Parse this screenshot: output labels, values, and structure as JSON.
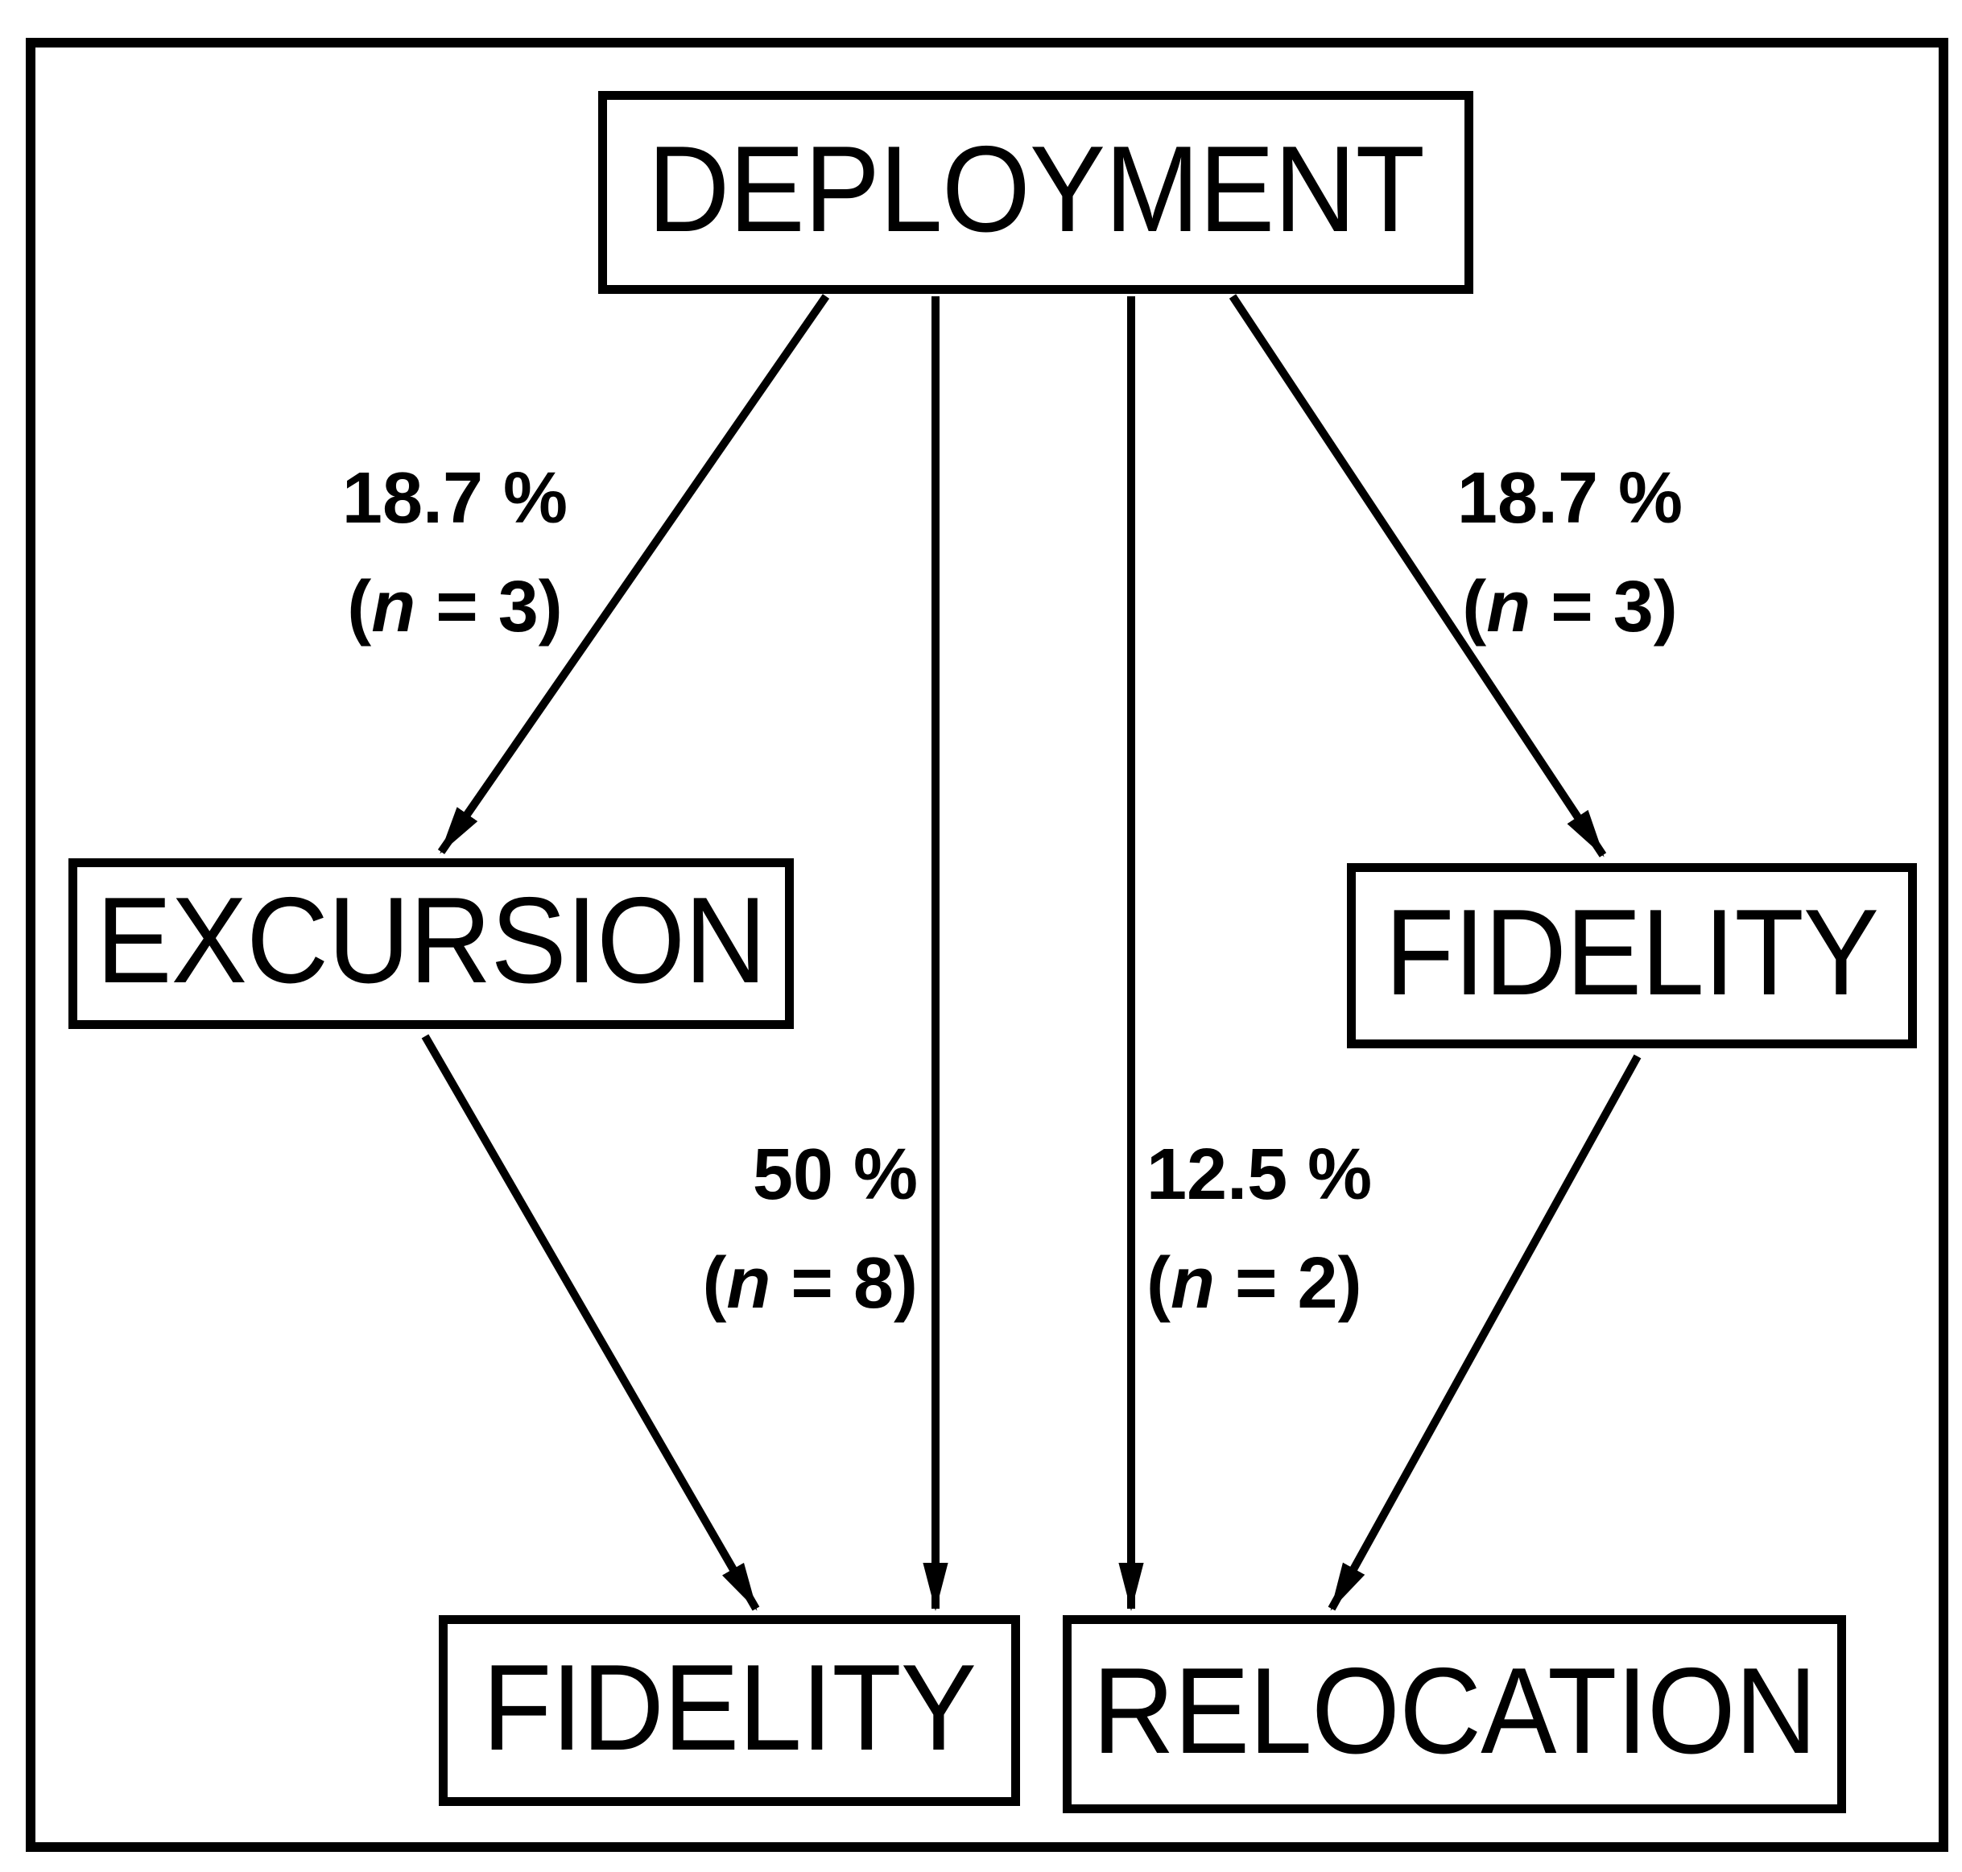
{
  "diagram": {
    "type": "flow-diagram",
    "nodes": {
      "deployment": {
        "label": "DEPLOYMENT"
      },
      "excursion": {
        "label": "EXCURSION"
      },
      "fidelity_right": {
        "label": "FIDELITY"
      },
      "fidelity_bottom": {
        "label": "FIDELITY"
      },
      "relocation": {
        "label": "RELOCATION"
      }
    },
    "edges": {
      "deployment_excursion": {
        "from": "DEPLOYMENT",
        "to": "EXCURSION",
        "percent": "18.7 %",
        "n_open": "(",
        "n_var": "n",
        "n_close": " = 3)"
      },
      "deployment_fidelity_bottom": {
        "from": "DEPLOYMENT",
        "to": "FIDELITY",
        "percent": "50 %",
        "n_open": "(",
        "n_var": "n",
        "n_close": " = 8)"
      },
      "deployment_relocation": {
        "from": "DEPLOYMENT",
        "to": "RELOCATION",
        "percent": "12.5 %",
        "n_open": "(",
        "n_var": "n",
        "n_close": " = 2)"
      },
      "deployment_fidelity_right": {
        "from": "DEPLOYMENT",
        "to": "FIDELITY",
        "percent": "18.7 %",
        "n_open": "(",
        "n_var": "n",
        "n_close": " = 3)"
      },
      "excursion_fidelity_bottom": {
        "from": "EXCURSION",
        "to": "FIDELITY"
      },
      "fidelity_right_relocation": {
        "from": "FIDELITY",
        "to": "RELOCATION"
      }
    },
    "colors": {
      "ink": "#000000",
      "background": "#ffffff"
    }
  }
}
